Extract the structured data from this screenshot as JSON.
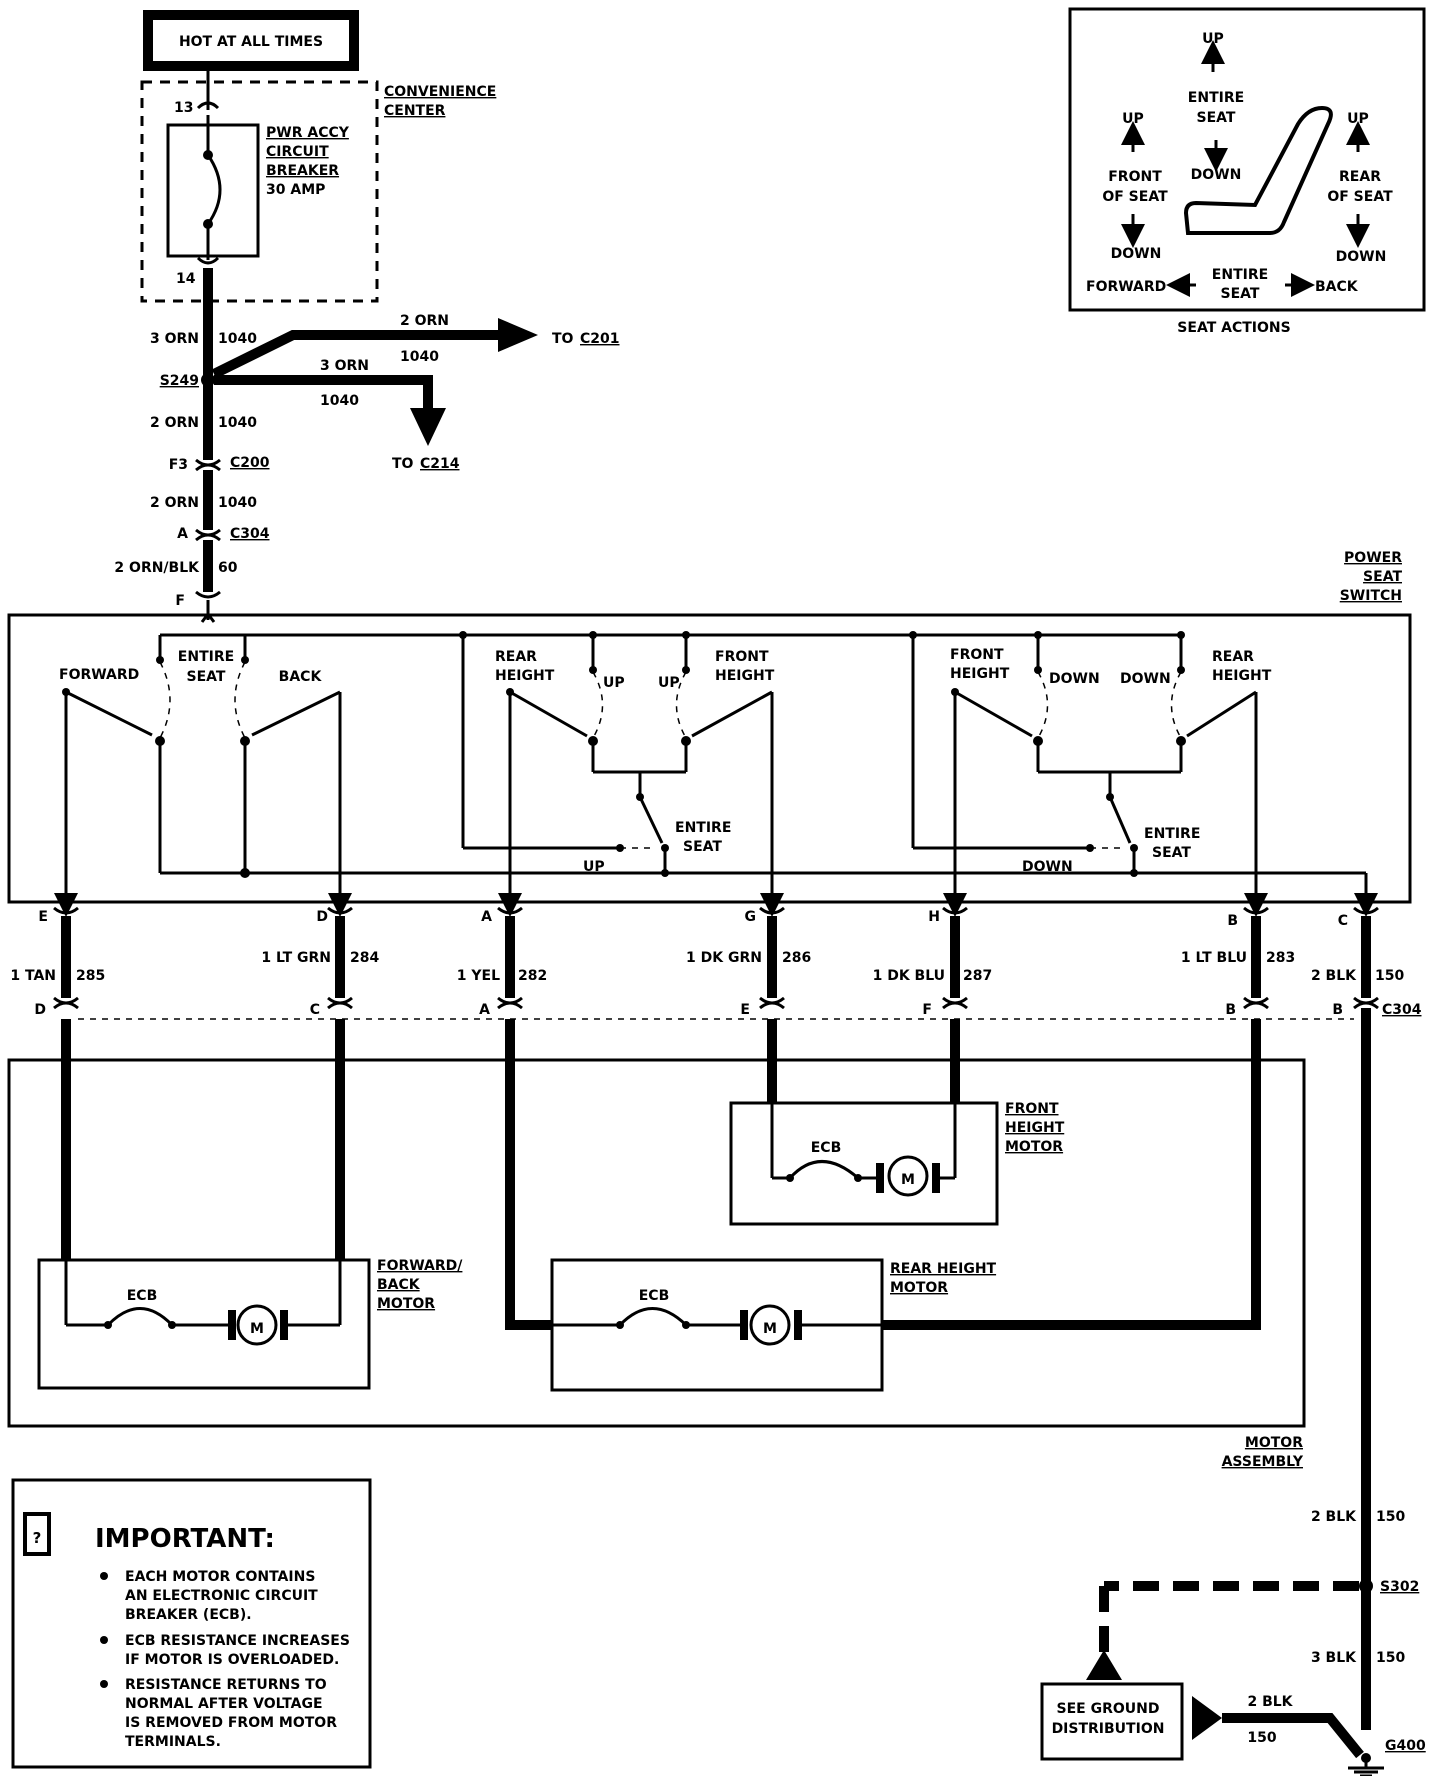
{
  "hot_box": "HOT AT ALL TIMES",
  "convenience_center": [
    "CONVENIENCE",
    "CENTER"
  ],
  "breaker": {
    "pin_in": "13",
    "pin_out": "14",
    "lines": [
      "PWR ACCY",
      "CIRCUIT",
      "BREAKER",
      "30 AMP"
    ]
  },
  "feed": {
    "w1_gauge": "3 ORN",
    "w1_num": "1040",
    "splice": "S249",
    "c201_gauge": "2 ORN",
    "c201_num": "1040",
    "c201_to": "TO",
    "c201_conn": "C201",
    "c214_gauge": "3 ORN",
    "c214_num": "1040",
    "c214_to": "TO",
    "c214_conn": "C214",
    "w2_gauge": "2 ORN",
    "w2_num": "1040",
    "c200_pin": "F3",
    "c200": "C200",
    "w3_gauge": "2 ORN",
    "w3_num": "1040",
    "c304_pin": "A",
    "c304": "C304",
    "w4_gauge": "2 ORN/BLK",
    "w4_num": "60",
    "switch_pin": "F"
  },
  "seat_actions": {
    "title": "SEAT ACTIONS",
    "up": "UP",
    "down": "DOWN",
    "entire": "ENTIRE",
    "seat": "SEAT",
    "front": "FRONT",
    "rear": "REAR",
    "of_seat": "OF SEAT",
    "forward": "FORWARD",
    "back": "BACK"
  },
  "power_seat_switch": {
    "title": [
      "POWER",
      "SEAT",
      "SWITCH"
    ],
    "forward": "FORWARD",
    "entire": "ENTIRE",
    "seat": "SEAT",
    "back": "BACK",
    "rear": "REAR",
    "front": "FRONT",
    "height": "HEIGHT",
    "up": "UP",
    "down": "DOWN"
  },
  "wires": [
    {
      "top_pin": "E",
      "gauge": "1 TAN",
      "num": "285",
      "bot_pin": "D"
    },
    {
      "top_pin": "D",
      "gauge": "1 LT GRN",
      "num": "284",
      "bot_pin": "C"
    },
    {
      "top_pin": "A",
      "gauge": "1 YEL",
      "num": "282",
      "bot_pin": "A"
    },
    {
      "top_pin": "G",
      "gauge": "1 DK GRN",
      "num": "286",
      "bot_pin": "E"
    },
    {
      "top_pin": "H",
      "gauge": "1 DK BLU",
      "num": "287",
      "bot_pin": "F"
    },
    {
      "top_pin": "B",
      "gauge": "1 LT BLU",
      "num": "283",
      "bot_pin": "B"
    },
    {
      "top_pin": "C",
      "gauge": "2 BLK",
      "num": "150",
      "bot_pin": "B"
    }
  ],
  "connector_c304": "C304",
  "motors": {
    "ecb": "ECB",
    "m": "M",
    "front_height": [
      "FRONT",
      "HEIGHT",
      "MOTOR"
    ],
    "forward_back": [
      "FORWARD/",
      "BACK",
      "MOTOR"
    ],
    "rear_height": [
      "REAR HEIGHT",
      "MOTOR"
    ],
    "assembly": [
      "MOTOR",
      "ASSEMBLY"
    ]
  },
  "important": {
    "heading": "IMPORTANT:",
    "icon": "info-icon",
    "bullets": [
      [
        "EACH MOTOR CONTAINS",
        "AN ELECTRONIC CIRCUIT",
        "BREAKER (ECB)."
      ],
      [
        "ECB RESISTANCE INCREASES",
        "IF MOTOR IS OVERLOADED."
      ],
      [
        "RESISTANCE RETURNS TO",
        "NORMAL AFTER VOLTAGE",
        "IS REMOVED FROM MOTOR",
        "TERMINALS."
      ]
    ]
  },
  "ground": {
    "g1_gauge": "2 BLK",
    "g1_num": "150",
    "splice": "S302",
    "g2_gauge": "3 BLK",
    "g2_num": "150",
    "g3_gauge": "2 BLK",
    "g3_num": "150",
    "see": [
      "SEE GROUND",
      "DISTRIBUTION"
    ],
    "point": "G400"
  }
}
